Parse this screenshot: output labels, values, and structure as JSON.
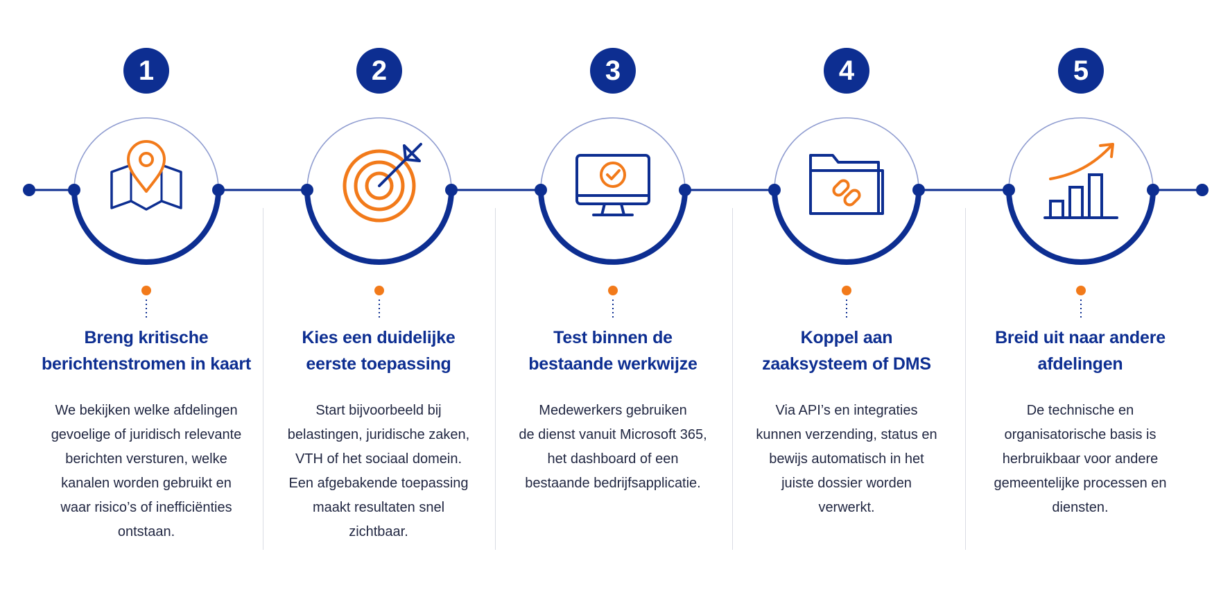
{
  "colors": {
    "navy": "#0d2e91",
    "orange": "#f27a1a",
    "thin_ring": "#8f9cd0",
    "divider": "#d9dce3",
    "body_text": "#1f2540"
  },
  "steps": [
    {
      "number": "1",
      "icon": "map-pin-icon",
      "title": "Breng kritische\nberichtenstromen in kaart",
      "text": "We bekijken welke afdelingen\ngevoelige of juridisch relevante\nberichten versturen, welke\nkanalen worden gebruikt en\nwaar risico’s of inefficiënties\nontstaan."
    },
    {
      "number": "2",
      "icon": "target-icon",
      "title": "Kies een duidelijke\neerste toepassing",
      "text": "Start bijvoorbeeld bij\nbelastingen, juridische zaken,\nVTH of het sociaal domein.\nEen afgebakende toepassing\nmaakt resultaten snel\nzichtbaar."
    },
    {
      "number": "3",
      "icon": "monitor-check-icon",
      "title": "Test binnen de\nbestaande werkwijze",
      "text": "Medewerkers gebruiken\nde dienst vanuit Microsoft 365,\nhet dashboard of een\nbestaande bedrijfsapplicatie."
    },
    {
      "number": "4",
      "icon": "folder-link-icon",
      "title": "Koppel aan\nzaaksysteem of DMS",
      "text": "Via API’s en integraties\nkunnen verzending, status en\nbewijs automatisch in het\njuiste dossier worden\nverwerkt."
    },
    {
      "number": "5",
      "icon": "growth-chart-icon",
      "title": "Breid uit naar andere\nafdelingen",
      "text": "De technische en\norganisatorische basis is\nherbruikbaar voor andere\ngemeentelijke processen en\ndiensten."
    }
  ]
}
